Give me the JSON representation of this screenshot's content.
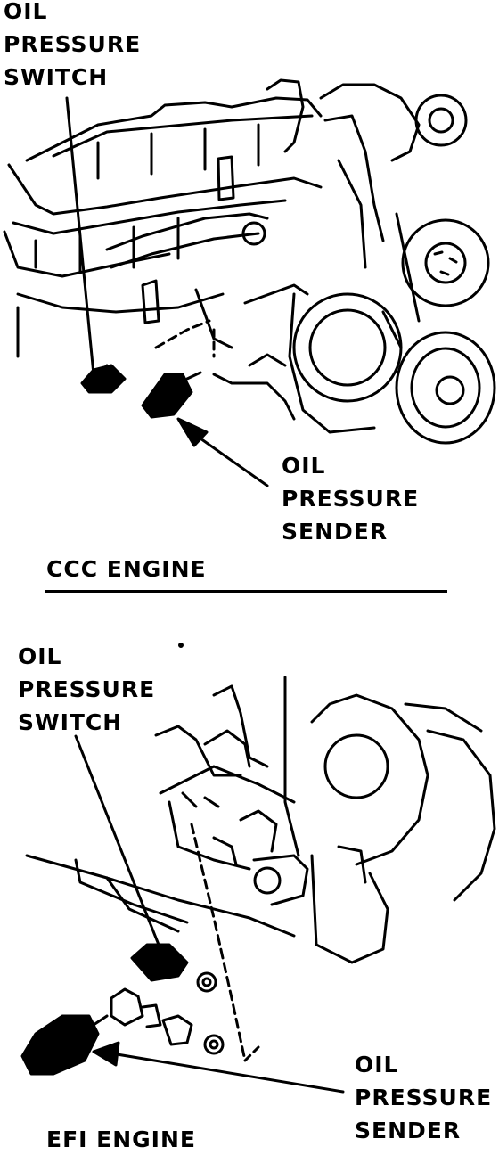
{
  "top_diagram": {
    "switch_label": [
      "OIL",
      "PRESSURE",
      "SWITCH"
    ],
    "sender_label": [
      "OIL",
      "PRESSURE",
      "SENDER"
    ],
    "caption": "CCC ENGINE"
  },
  "bottom_diagram": {
    "switch_label": [
      "OIL",
      "PRESSURE",
      "SWITCH"
    ],
    "sender_label": [
      "OIL",
      "PRESSURE",
      "SENDER"
    ],
    "caption": "EFI ENGINE"
  }
}
